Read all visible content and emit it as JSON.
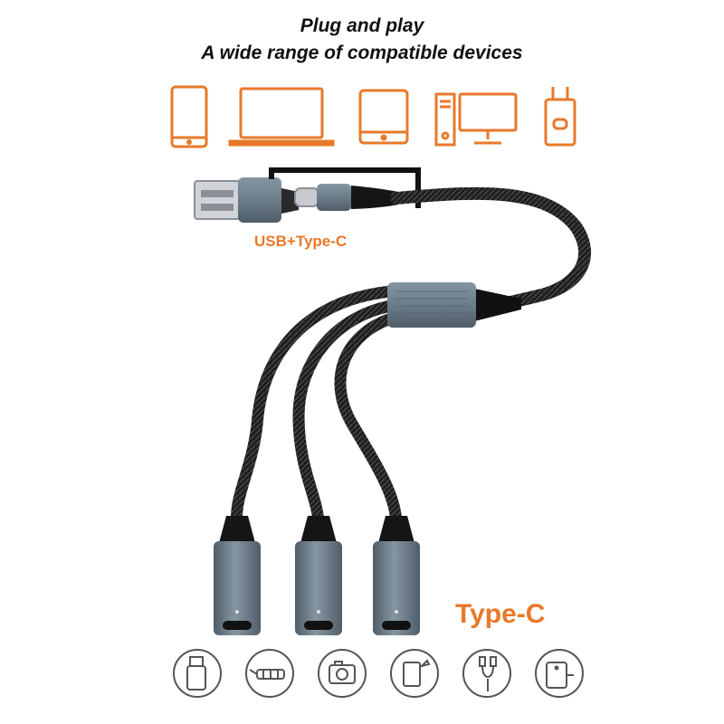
{
  "headline": {
    "line1": "Plug and play",
    "line2": "A wide range of compatible devices"
  },
  "labels": {
    "input": "USB+Type-C",
    "output": "Type-C"
  },
  "colors": {
    "accent": "#e8792a",
    "cable": "#1e1e1e",
    "metal": "#6c7d8a",
    "outline": "#555555"
  },
  "devices": [
    {
      "icon": "smartphone-icon"
    },
    {
      "icon": "laptop-icon"
    },
    {
      "icon": "tablet-icon"
    },
    {
      "icon": "desktop-computer-icon"
    },
    {
      "icon": "wall-charger-icon"
    }
  ],
  "accessories": [
    {
      "icon": "usb-flash-drive-icon"
    },
    {
      "icon": "usb-hub-icon"
    },
    {
      "icon": "camera-icon"
    },
    {
      "icon": "drawing-tablet-icon"
    },
    {
      "icon": "cable-icon"
    },
    {
      "icon": "power-bank-icon"
    }
  ]
}
